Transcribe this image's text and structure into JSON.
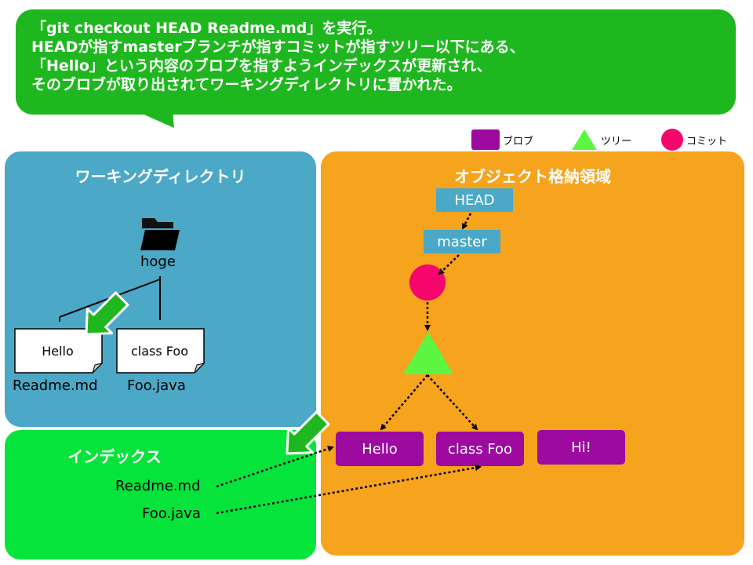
{
  "callout": {
    "lines": [
      "「git checkout HEAD Readme.md」を実行。",
      "HEADが指すmasterブランチが指すコミットが指すツリー以下にある、",
      "「Hello」という内容のブロブを指すようインデックスが更新され、",
      "そのブロブが取り出されてワーキングディレクトリに置かれた。"
    ]
  },
  "legend": {
    "blob": "ブロブ",
    "tree": "ツリー",
    "commit": "コミット"
  },
  "workdir": {
    "title": "ワーキングディレクトリ",
    "folder": "hoge",
    "files": [
      {
        "content": "Hello",
        "name": "Readme.md"
      },
      {
        "content": "class Foo",
        "name": "Foo.java"
      }
    ]
  },
  "index": {
    "title": "インデックス",
    "entries": [
      "Readme.md",
      "Foo.java"
    ]
  },
  "objects": {
    "title": "オブジェクト格納領域",
    "head": "HEAD",
    "branch": "master",
    "blobs": [
      "Hello",
      "class Foo",
      "Hi!"
    ]
  },
  "colors": {
    "callout": "#1fb71f",
    "workdir": "#4ba8c6",
    "index": "#06e43c",
    "objects": "#f6a31d",
    "blob": "#9c0aa0",
    "tree": "#5cf542",
    "commit": "#f4066c",
    "arrow": "#1fb71f"
  }
}
